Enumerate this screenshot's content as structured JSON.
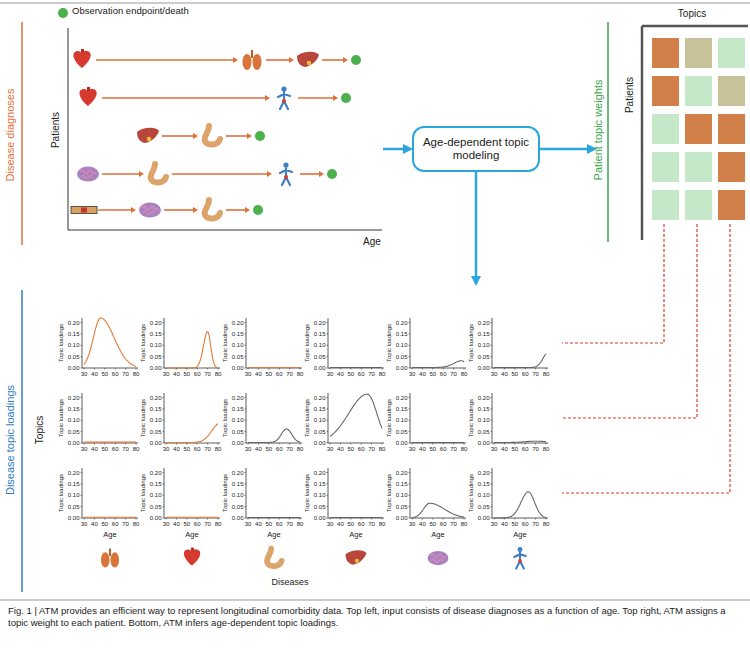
{
  "diagram": {
    "caption": "Fig. 1 | ATM provides an efficient way to represent longitudinal comorbidity data. Top left, input consists of disease diagnoses as a function of age. Top right, ATM assigns a topic weight to each patient. Bottom, ATM infers age-dependent topic loadings.",
    "nodes": [
      {
        "text": [
          "Disease diagnoses"
        ]
      },
      {
        "text": [
          "Age-dependent topic modeling"
        ]
      },
      {
        "text": [
          "Patient topic weights"
        ]
      },
      {
        "text": [
          "Disease topic loadings"
        ]
      }
    ],
    "edges": [
      {
        "from": 0,
        "to": 1,
        "arrow": "to"
      },
      {
        "from": 1,
        "to": 2,
        "arrow": "to"
      },
      {
        "from": 1,
        "to": 3,
        "arrow": "to"
      }
    ],
    "labels": [
      "Patients",
      "Age",
      "Topics",
      "Patients",
      "Topics",
      "Topic loadings",
      "0.20",
      "0.15",
      "0.10",
      "0.05",
      "0.00",
      "30",
      "40",
      "50",
      "60",
      "70",
      "80",
      "Topic loadings",
      "0.20",
      "0.15",
      "0.10",
      "0.05",
      "0.00",
      "30",
      "40",
      "50",
      "60",
      "70",
      "80",
      "Topic loadings",
      "0.20",
      "0.15",
      "0.10",
      "0.05",
      "0.00",
      "30",
      "40",
      "50",
      "60",
      "70",
      "80",
      "Topic loadings",
      "0.20",
      "0.15",
      "0.10",
      "0.05",
      "0.00",
      "30",
      "40",
      "50",
      "60",
      "70",
      "80",
      "Topic loadings",
      "0.20",
      "0.15",
      "0.10",
      "0.05",
      "0.00",
      "30",
      "40",
      "50",
      "60",
      "70",
      "80",
      "Topic loadings",
      "0.20",
      "0.15",
      "0.10",
      "0.05",
      "0.00",
      "30",
      "40",
      "50",
      "60",
      "70",
      "80",
      "Topic loadings",
      "0.20",
      "0.15",
      "0.10",
      "0.05",
      "0.00",
      "30",
      "40",
      "50",
      "60",
      "70",
      "80",
      "Topic loadings",
      "0.20",
      "0.15",
      "0.10",
      "0.05",
      "0.00",
      "30",
      "40",
      "50",
      "60",
      "70",
      "80",
      "Topic loadings",
      "0.20",
      "0.15",
      "0.10",
      "0.05",
      "0.00",
      "30",
      "40",
      "50",
      "60",
      "70",
      "80",
      "Topic loadings",
      "0.20",
      "0.15",
      "0.10",
      "0.05",
      "0.00",
      "30",
      "40",
      "50",
      "60",
      "70",
      "80",
      "Topic loadings",
      "0.20",
      "0.15",
      "0.10",
      "0.05",
      "0.00",
      "30",
      "40",
      "50",
      "60",
      "70",
      "80",
      "Topic loadings",
      "0.20",
      "0.15",
      "0.10",
      "0.05",
      "0.00",
      "30",
      "40",
      "50",
      "60",
      "70",
      "80",
      "Topic loadings",
      "0.20",
      "0.15",
      "0.10",
      "0.05",
      "0.00",
      "30",
      "40",
      "50",
      "60",
      "70",
      "80",
      "Age",
      "Topic loadings",
      "0.20",
      "0.15",
      "0.10",
      "0.05",
      "0.00",
      "30",
      "40",
      "50",
      "60",
      "70",
      "80",
      "Age",
      "Topic loadings",
      "0.20",
      "0.15",
      "0.10",
      "0.05",
      "0.00",
      "30",
      "40",
      "50",
      "60",
      "70",
      "80",
      "Age",
      "Topic loadings",
      "0.20",
      "0.15",
      "0.10",
      "0.05",
      "0.00",
      "30",
      "40",
      "50",
      "60",
      "70",
      "80",
      "Age",
      "Topic loadings",
      "0.20",
      "0.15",
      "0.10",
      "0.05",
      "0.00",
      "30",
      "40",
      "50",
      "60",
      "70",
      "80",
      "Age",
      "Topic loadings",
      "0.20",
      "0.15",
      "0.10",
      "0.05",
      "0.00",
      "30",
      "40",
      "50",
      "60",
      "70",
      "80",
      "Age",
      "Diseases"
    ],
    "legend": [
      {
        "text": "Observation endpoint/death",
        "color": "#4cb04c"
      }
    ]
  }
}
